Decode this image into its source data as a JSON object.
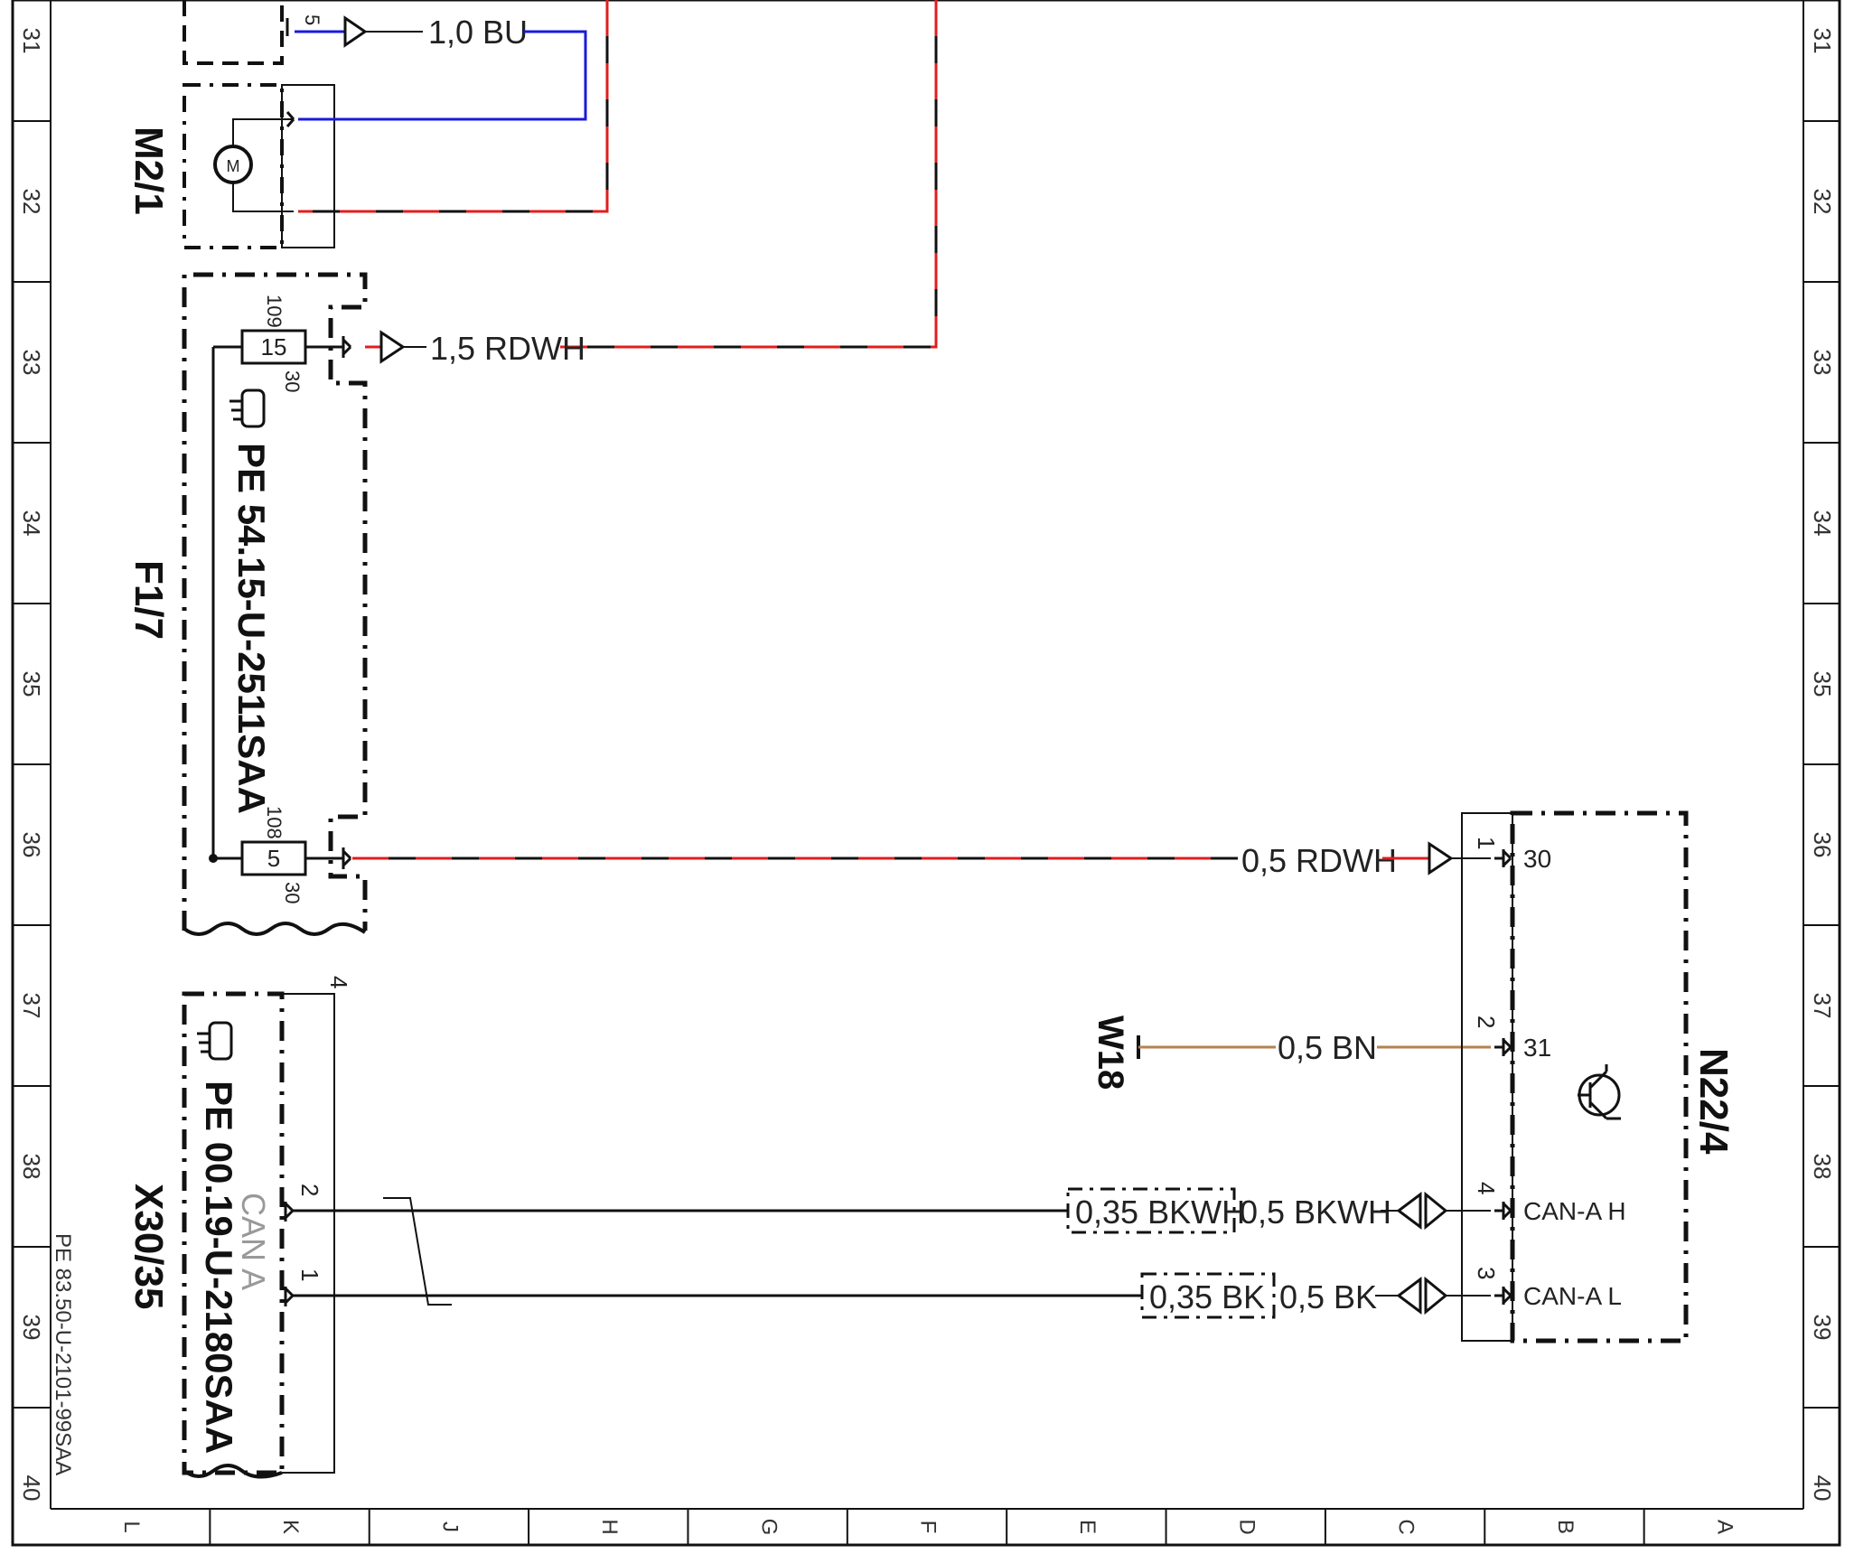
{
  "page": {
    "rows": [
      "31",
      "32",
      "33",
      "34",
      "35",
      "36",
      "37",
      "38",
      "39",
      "40"
    ],
    "columns": [
      "L",
      "K",
      "J",
      "H",
      "G",
      "F",
      "E",
      "D",
      "C",
      "B",
      "A"
    ],
    "doc_ref": "PE 83.50-U-2101-99SAA"
  },
  "components": {
    "m2_1": {
      "label": "M2/1",
      "symbol": "M",
      "pin_top": "5"
    },
    "f1_7": {
      "label": "F1/7",
      "ref": "PE 54.15-U-2511SAA",
      "fuse_top": "15",
      "fuse_bottom": "5",
      "pins": [
        "109",
        "30",
        "108",
        "30"
      ]
    },
    "x30_35": {
      "label": "X30/35",
      "ref": "PE 00.19-U-2180SAA",
      "bus_label": "CAN A",
      "pins": [
        "4",
        "2",
        "1"
      ]
    },
    "n22_4": {
      "label": "N22/4",
      "pin_labels": [
        "30",
        "31",
        "CAN-A H",
        "CAN-A L"
      ],
      "pin_numbers": [
        "1",
        "2",
        "4",
        "3"
      ]
    },
    "w18": {
      "label": "W18"
    }
  },
  "wires": {
    "bu": {
      "label": "1,0 BU",
      "color": "#1a1adb"
    },
    "rdwh_top": {
      "label": "1,5 RDWH",
      "color": "#e01e1e"
    },
    "rdwh_mid": {
      "label": "0,5 RDWH",
      "color": "#e01e1e"
    },
    "bn": {
      "label": "0,5 BN",
      "color": "#b5824f"
    },
    "bkwh_left": {
      "label": "0,35 BKWH"
    },
    "bkwh_right": {
      "label": "0,5 BKWH"
    },
    "bk_left": {
      "label": "0,35 BK"
    },
    "bk_right": {
      "label": "0,5 BK"
    }
  }
}
